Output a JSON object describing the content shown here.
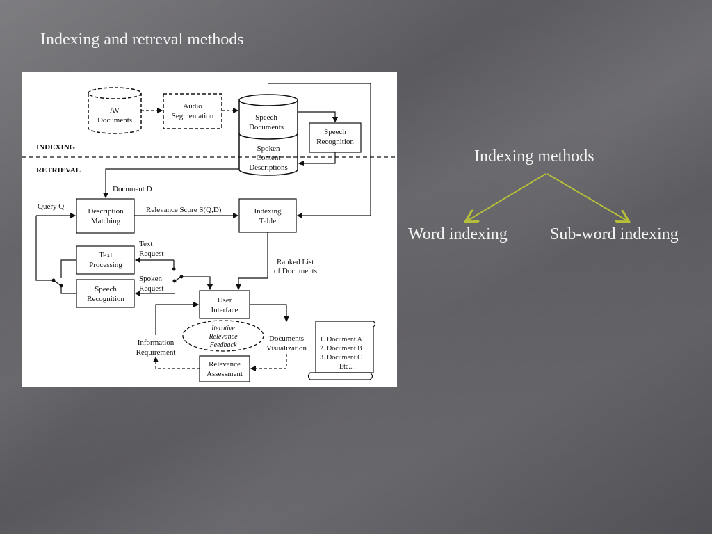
{
  "slide": {
    "title": "Indexing and retreval methods",
    "background_color": "#5e5d62",
    "text_color": "#f2f2f2"
  },
  "figure": {
    "section_indexing": "INDEXING",
    "section_retrieval": "RETRIEVAL",
    "av_documents": [
      "AV",
      "Documents"
    ],
    "audio_segmentation": [
      "Audio",
      "Segmentation"
    ],
    "speech_documents": [
      "Speech",
      "Documents"
    ],
    "spoken_content": [
      "Spoken",
      "Content",
      "Descriptions"
    ],
    "speech_recognition_top": [
      "Speech",
      "Recognition"
    ],
    "document_d": "Document D",
    "query_q": "Query Q",
    "description_matching": [
      "Description",
      "Matching"
    ],
    "relevance_score": "Relevance Score S(Q,D)",
    "indexing_table": [
      "Indexing",
      "Table"
    ],
    "text_processing": [
      "Text",
      "Processing"
    ],
    "text_request": [
      "Text",
      "Request"
    ],
    "speech_recognition_bottom": [
      "Speech",
      "Recognition"
    ],
    "spoken_request": [
      "Spoken",
      "Request"
    ],
    "ranked_list": [
      "Ranked List",
      "of Documents"
    ],
    "user_interface": [
      "User",
      "Interface"
    ],
    "iterative_feedback": [
      "Iterative",
      "Relevance",
      "Feedback"
    ],
    "documents_visualization": [
      "Documents",
      "Visualization"
    ],
    "information_requirement": [
      "Information",
      "Requirement"
    ],
    "relevance_assessment": [
      "Relevance",
      "Assessment"
    ],
    "scroll_list": [
      "1. Document A",
      "2. Document B",
      "3. Document C",
      "Etc..."
    ]
  },
  "methods": {
    "root": "Indexing methods",
    "children": [
      "Word indexing",
      "Sub-word indexing"
    ],
    "arrow_color": "#b5bf3a"
  }
}
